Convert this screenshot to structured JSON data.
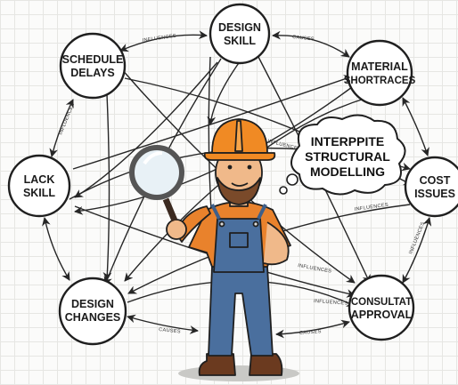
{
  "nodes": [
    {
      "id": "design-skill",
      "lines": [
        "DESIGN",
        "SKILL"
      ]
    },
    {
      "id": "schedule-delays",
      "lines": [
        "SCHEDULE",
        "DELAYS"
      ]
    },
    {
      "id": "material-shortraces",
      "lines": [
        "MATERIAL",
        "SHORTRACES"
      ]
    },
    {
      "id": "lack-skill",
      "lines": [
        "LACK",
        "SKILL"
      ]
    },
    {
      "id": "cost-issues",
      "lines": [
        "COST",
        "ISSUES"
      ]
    },
    {
      "id": "design-changes",
      "lines": [
        "DESIGN",
        "CHANGES"
      ]
    },
    {
      "id": "consultat-approval",
      "lines": [
        "CONSULTAT",
        "APPROVAL"
      ]
    }
  ],
  "edge_labels": {
    "influences_top": "INFLUENCES",
    "causes_top": "CAUSES",
    "influences_left": "INFLUENCES",
    "influence_center": "INFLUENCE",
    "influences_mid": "INFLUENCES",
    "influences_right": "INFLUENCES",
    "influences_lower": "INFLUENCES",
    "influences_lower2": "INFLUENCES",
    "causes_bottom_left": "CAUSES",
    "causes_bottom_right": "CAUSES"
  },
  "thought_bubble": {
    "lines": [
      "INTERPPITE",
      "STRUCTURAL",
      "MODELLING"
    ]
  },
  "colors": {
    "hard_hat": "#f08a24",
    "shirt": "#e9822c",
    "overalls": "#4a6f9e",
    "skin": "#f0b98a",
    "boots": "#6b3a1f",
    "outline": "#1f1f1f"
  }
}
